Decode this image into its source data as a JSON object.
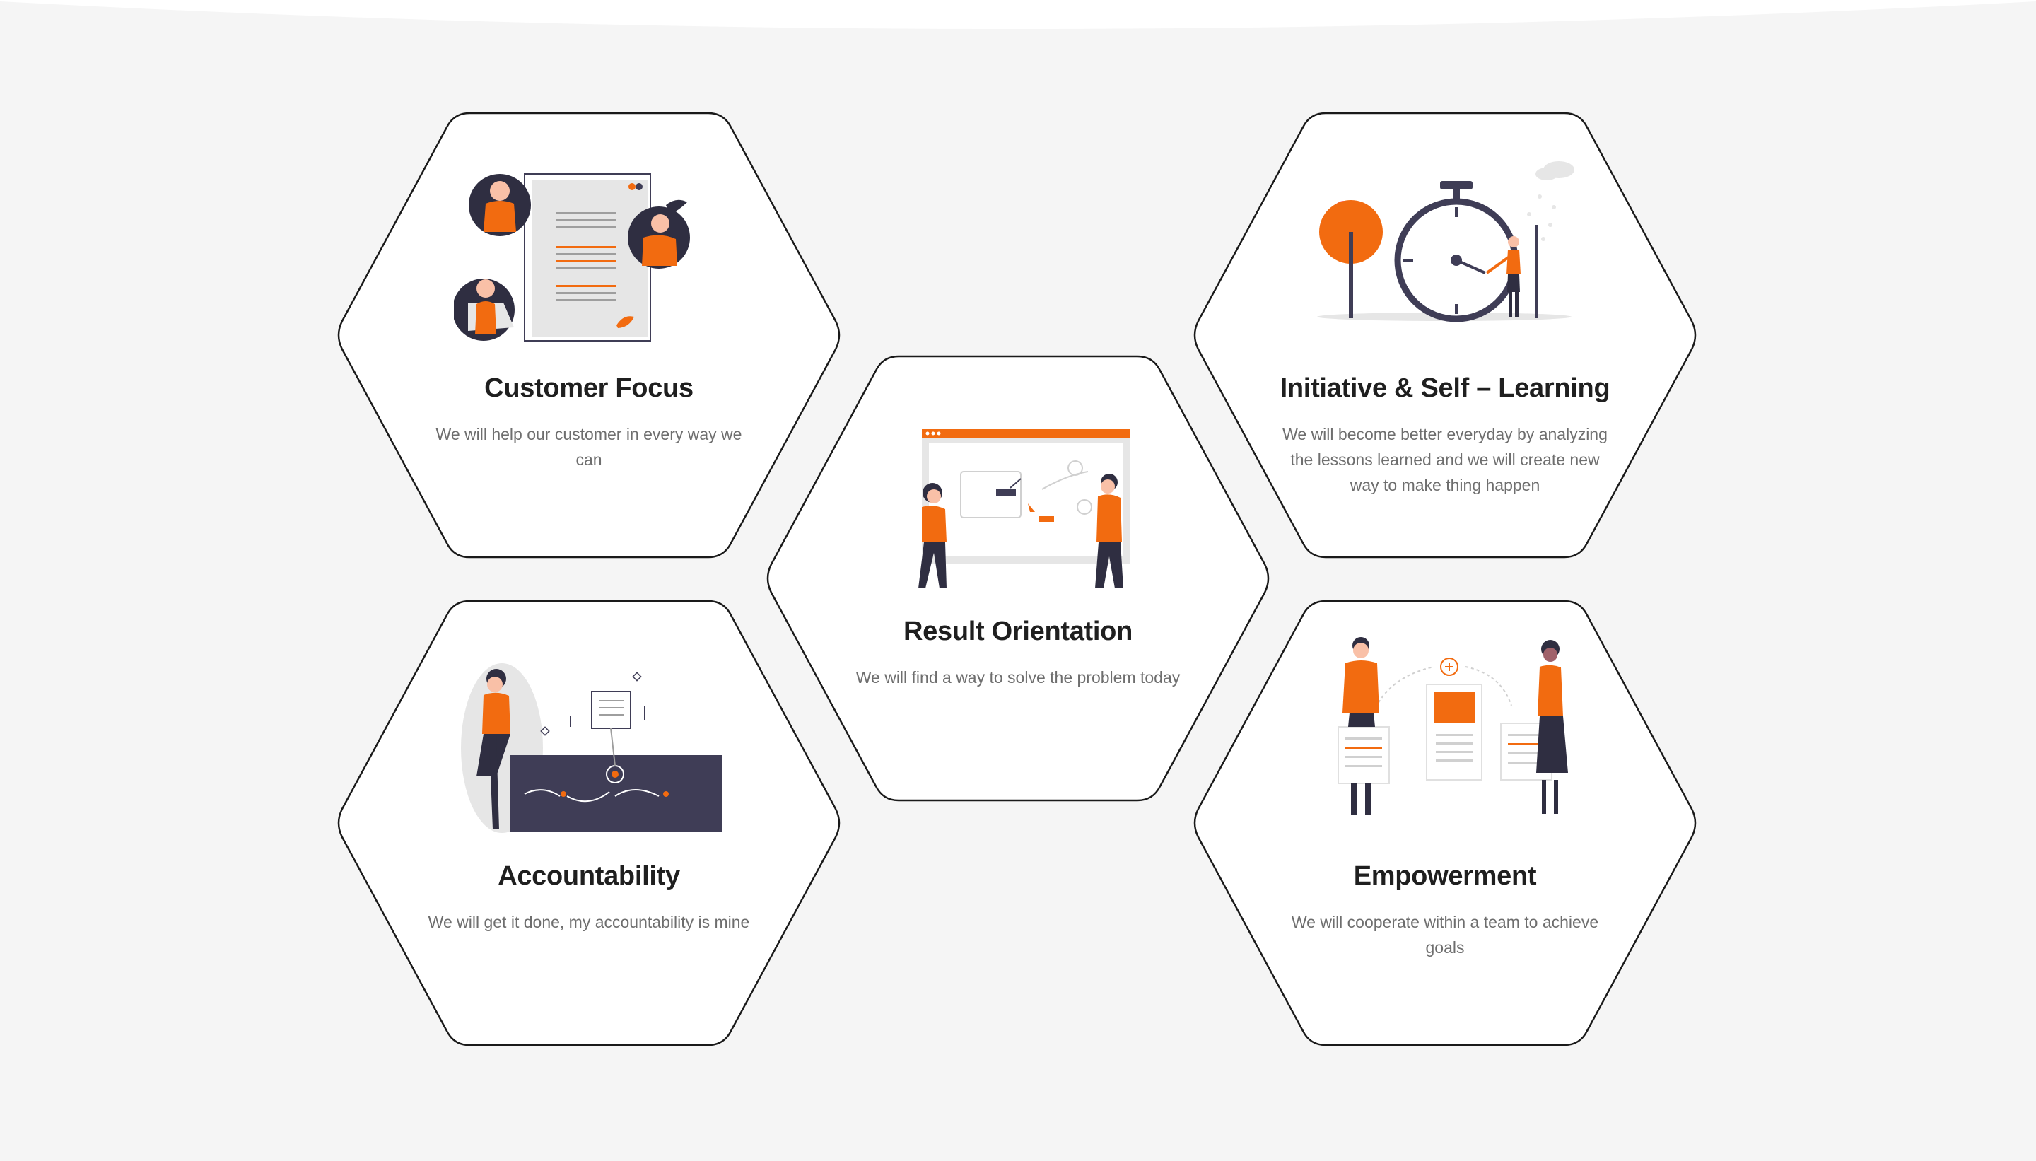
{
  "colors": {
    "background": "#f5f5f5",
    "card": "#ffffff",
    "border": "#1a1a1a",
    "accent": "#f26b10",
    "dark": "#2f2e41",
    "title": "#1f1f1f",
    "body_text": "#6e6e6e",
    "pink": "#ff6584"
  },
  "values": [
    {
      "id": "customer-focus",
      "title": "Customer Focus",
      "description": "We will help our customer in every way we can",
      "illustration": "people-reviewing-document-illustration"
    },
    {
      "id": "result-orientation",
      "title": "Result Orientation",
      "description": "We will find a way to solve the problem today",
      "illustration": "team-at-whiteboard-illustration"
    },
    {
      "id": "initiative-self-learning",
      "title": "Initiative & Self – Learning",
      "description": "We will become better everyday by analyzing the lessons learned and we will create new way to make thing happen",
      "illustration": "person-with-stopwatch-illustration"
    },
    {
      "id": "accountability",
      "title": "Accountability",
      "description": "We will get it done, my accountability is mine",
      "illustration": "person-leaning-on-process-board-illustration"
    },
    {
      "id": "empowerment",
      "title": "Empowerment",
      "description": "We will cooperate within a team to achieve goals",
      "illustration": "team-sharing-documents-illustration"
    }
  ]
}
